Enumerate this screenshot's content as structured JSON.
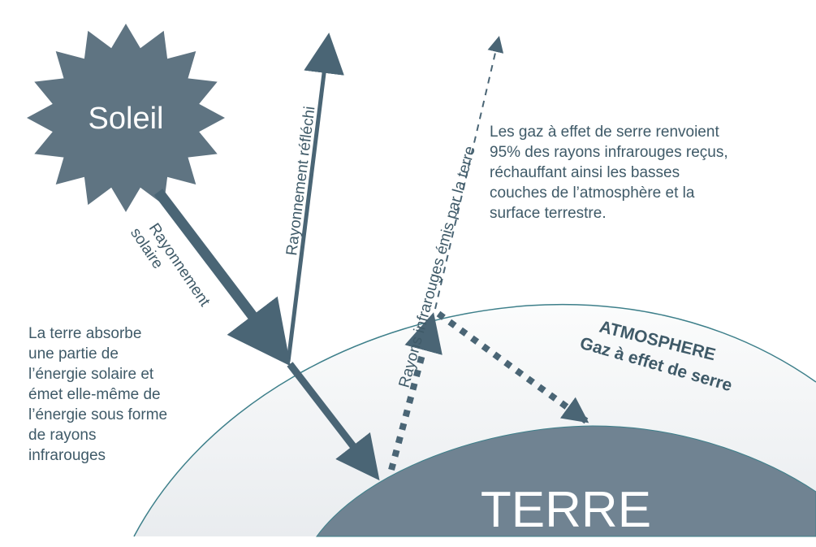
{
  "labels": {
    "sun": "Soleil",
    "earth": "TERRE",
    "atmosphere": "ATMOSPHERE",
    "greenhouse_gas": "Gaz à effet de serre",
    "solar_radiation": [
      "Rayonnement",
      "solaire"
    ],
    "reflected_radiation": "Rayonnement réfléchi",
    "infrared_emitted": "Rayons infrarouges émis par la terre"
  },
  "notes": {
    "greenhouse": [
      "Les gaz à effet de serre renvoient",
      "95% des rayons infrarouges reçus,",
      "réchauffant ainsi les basses",
      "couches de l’atmosphère et la",
      "surface terrestre."
    ],
    "absorption": [
      "La terre absorbe",
      "une partie de",
      "l’énergie solaire et",
      "émet elle-même de",
      "l’énergie sous forme",
      "de rayons",
      "infrarouges"
    ]
  },
  "colors": {
    "sun": "#5f7482",
    "earth": "#708392",
    "arrow": "#4a6575",
    "text": "#3f5a68",
    "atmosphere_line": "#3d7f8a"
  }
}
